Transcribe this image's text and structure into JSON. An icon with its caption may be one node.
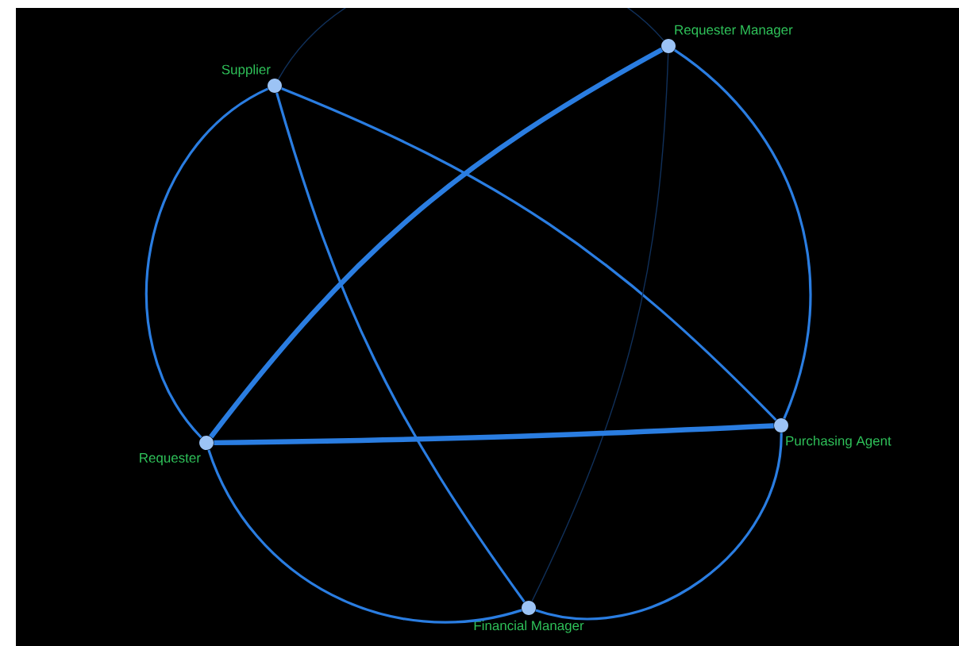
{
  "diagram": {
    "nodes": [
      {
        "text": [
          "Supplier"
        ]
      },
      {
        "text": [
          "Requester Manager"
        ]
      },
      {
        "text": [
          "Requester"
        ]
      },
      {
        "text": [
          "Purchasing Agent"
        ]
      },
      {
        "text": [
          "Financial Manager"
        ]
      }
    ],
    "edges": [
      {
        "from": 0,
        "to": 1,
        "arrow": "none",
        "color": "#10305a"
      },
      {
        "from": 0,
        "to": 2,
        "arrow": "none"
      },
      {
        "from": 0,
        "to": 3,
        "arrow": "none"
      },
      {
        "from": 0,
        "to": 4,
        "arrow": "none"
      },
      {
        "from": 1,
        "to": 2,
        "arrow": "none",
        "style": "thick"
      },
      {
        "from": 1,
        "to": 3,
        "arrow": "none"
      },
      {
        "from": 1,
        "to": 4,
        "arrow": "none",
        "color": "#10305a"
      },
      {
        "from": 2,
        "to": 3,
        "arrow": "none",
        "style": "thick"
      },
      {
        "from": 2,
        "to": 4,
        "arrow": "none"
      },
      {
        "from": 3,
        "to": 4,
        "arrow": "none"
      }
    ]
  }
}
